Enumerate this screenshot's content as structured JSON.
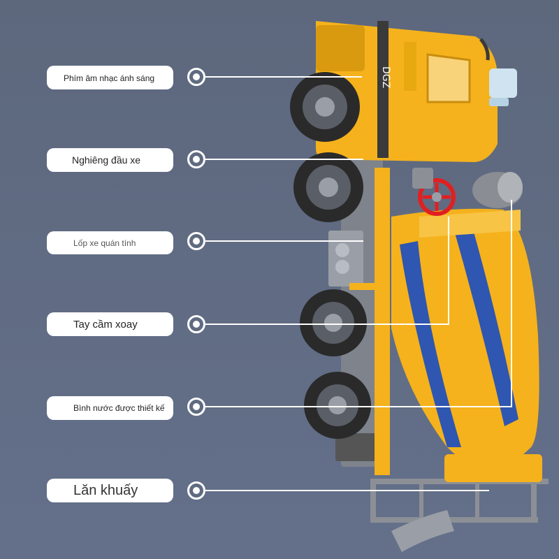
{
  "callouts": [
    {
      "id": "music-light-button",
      "label": "Phím âm nhạc ánh sáng"
    },
    {
      "id": "tilt-cab",
      "label": "Nghiêng đầu xe"
    },
    {
      "id": "inertia-tires",
      "label": "Lốp xe quán tính"
    },
    {
      "id": "rotating-handle",
      "label": "Tay cầm xoay"
    },
    {
      "id": "water-tank",
      "label": "Bình nước được thiết kế"
    },
    {
      "id": "mixing-drum",
      "label": "Lăn khuấy"
    }
  ],
  "truck": {
    "cab_text": "DGZ",
    "colors": {
      "body": "#f5b21c",
      "drum_stripe": "#2f56b0",
      "tire": "#2a2a2a",
      "handle": "#e02020",
      "frame": "#8c8f96"
    }
  }
}
